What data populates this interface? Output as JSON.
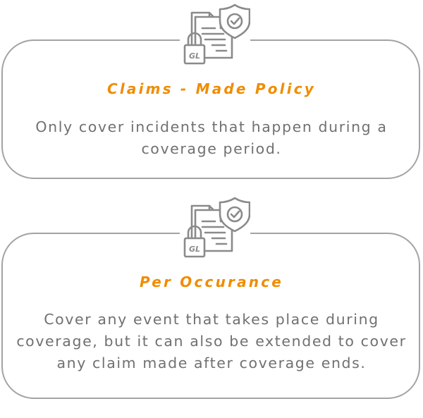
{
  "colors": {
    "accent": "#f08c00",
    "text": "#707070",
    "border": "#a3a3a3",
    "icon": "#8a8a8a"
  },
  "cards": [
    {
      "icon": "insurance-document-lock-shield-icon",
      "icon_badge": "GL",
      "title": "Claims - Made Policy",
      "description": "Only cover incidents that happen during a coverage period."
    },
    {
      "icon": "insurance-document-lock-shield-icon",
      "icon_badge": "GL",
      "title": "Per Occurance",
      "description": "Cover any event that takes place during coverage, but it can also be extended to cover any claim made after coverage ends."
    }
  ]
}
